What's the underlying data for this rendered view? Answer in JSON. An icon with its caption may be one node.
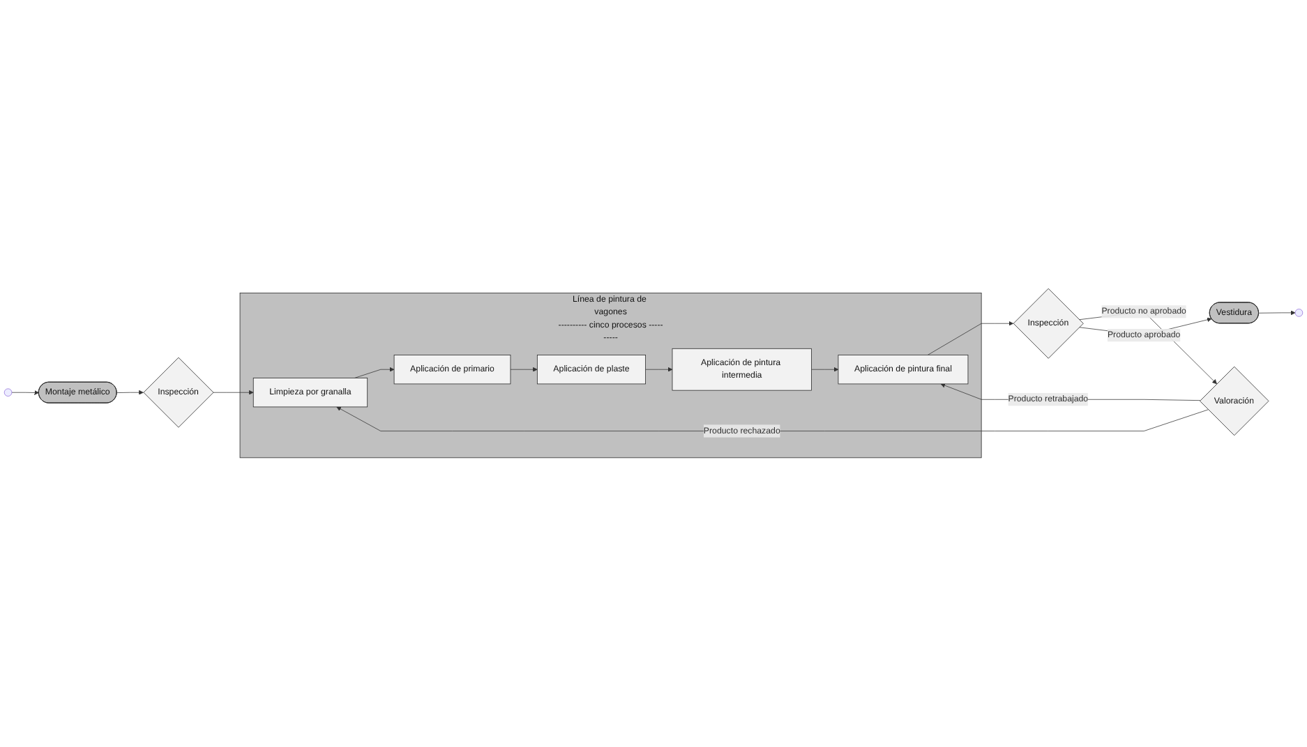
{
  "diagram": {
    "nodes": [
      {
        "text": [
          "Montaje metálico"
        ]
      },
      {
        "text": [
          "Inspección"
        ]
      },
      {
        "text": [
          "Línea de pintura de vagones",
          "---------- cinco procesos ----------"
        ]
      },
      {
        "text": [
          "Limpieza por granalla"
        ],
        "in": 2
      },
      {
        "text": [
          "Aplicación de primario"
        ],
        "in": 2
      },
      {
        "text": [
          "Aplicación de plaste"
        ],
        "in": 2
      },
      {
        "text": [
          "Aplicación de pintura intermedia"
        ],
        "in": 2
      },
      {
        "text": [
          "Aplicación de pintura final"
        ],
        "in": 2
      },
      {
        "text": [
          "Inspección"
        ]
      },
      {
        "text": [
          "Valoración"
        ]
      },
      {
        "text": [
          "Vestidura"
        ]
      }
    ],
    "edges": [
      {
        "from": null,
        "to": 0,
        "arrow": "to"
      },
      {
        "from": 0,
        "to": 1,
        "arrow": "to"
      },
      {
        "from": 1,
        "to": 3,
        "arrow": "to"
      },
      {
        "from": 3,
        "to": 4,
        "arrow": "to"
      },
      {
        "from": 4,
        "to": 5,
        "arrow": "to"
      },
      {
        "from": 5,
        "to": 6,
        "arrow": "to"
      },
      {
        "from": 6,
        "to": 7,
        "arrow": "to"
      },
      {
        "from": 7,
        "to": 8,
        "arrow": "to"
      },
      {
        "from": 8,
        "to": 9,
        "arrow": "to",
        "label": "Producto no aprobado"
      },
      {
        "from": 9,
        "to": 3,
        "arrow": "to",
        "label": "Producto rechazado"
      },
      {
        "from": 9,
        "to": 7,
        "arrow": "to",
        "label": "Producto retrabajado"
      },
      {
        "from": 8,
        "to": 10,
        "arrow": "to",
        "label": "Producto aprobado"
      },
      {
        "from": 10,
        "to": null,
        "arrow": "to"
      }
    ]
  }
}
